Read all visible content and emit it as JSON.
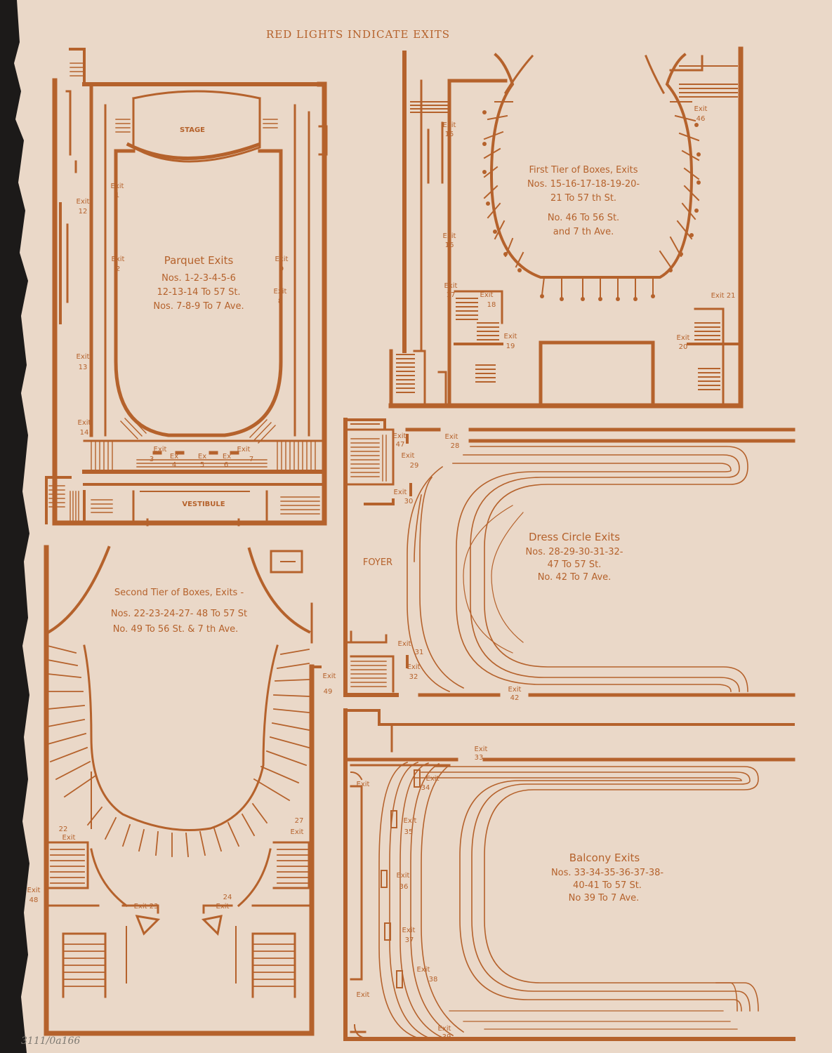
{
  "header": "RED LIGHTS INDICATE EXITS",
  "parquet": {
    "stage": "STAGE",
    "vestibule": "VESTIBULE",
    "title": "Parquet Exits",
    "lines": [
      "Nos. 1-2-3-4-5-6",
      "12-13-14 To 57 St.",
      "Nos. 7-8-9 To 7 Ave."
    ],
    "exits": {
      "e1": [
        "Exit",
        "1"
      ],
      "e2": [
        "Exit",
        "2"
      ],
      "e12": [
        "Exit",
        "12"
      ],
      "e13": [
        "Exit",
        "13"
      ],
      "e14": [
        "Exit",
        "14"
      ],
      "e9": [
        "Exit",
        "9"
      ],
      "e8": [
        "Exit",
        "8"
      ],
      "e3": [
        "Exit",
        "3"
      ],
      "e4": [
        "Ex",
        "4"
      ],
      "e5": [
        "Ex",
        "5"
      ],
      "e6": [
        "Ex",
        "6"
      ],
      "e7": [
        "Exit",
        "7"
      ]
    }
  },
  "first_tier": {
    "title": "First Tier of Boxes, Exits",
    "lines": [
      "Nos. 15-16-17-18-19-20-",
      "21 To 57 th St.",
      "No. 46 To 56 St.",
      "and 7 th Ave."
    ],
    "exits": {
      "e15": [
        "Exit",
        "15"
      ],
      "e16": [
        "Exit",
        "16"
      ],
      "e17": [
        "Exit",
        "17"
      ],
      "e18": [
        "Exit",
        "18"
      ],
      "e19": [
        "Exit",
        "19"
      ],
      "e20": [
        "Exit",
        "20"
      ],
      "e21": [
        "Exit 21"
      ],
      "e46": [
        "Exit",
        "46"
      ]
    }
  },
  "dress_circle": {
    "title": "Dress Circle Exits",
    "lines": [
      "Nos. 28-29-30-31-32-",
      "47 To 57 St.",
      "No. 42 To 7 Ave."
    ],
    "foyer": "FOYER",
    "exits": {
      "e47": [
        "Exit",
        "47"
      ],
      "e28": [
        "Exit",
        "28"
      ],
      "e29": [
        "Exit",
        "29"
      ],
      "e30": [
        "Exit",
        "30"
      ],
      "e31": [
        "Exit",
        "31"
      ],
      "e32": [
        "Exit",
        "32"
      ],
      "e42": [
        "Exit",
        "42"
      ]
    }
  },
  "second_tier": {
    "title": "Second Tier of Boxes, Exits -",
    "lines": [
      "Nos. 22-23-24-27- 48 To 57 St",
      "No. 49 To 56 St. & 7 th Ave."
    ],
    "exits": {
      "e49": [
        "Exit",
        "49"
      ],
      "e22": [
        "22",
        "Exit"
      ],
      "e27": [
        "27",
        "Exit"
      ],
      "e48": [
        "Exit",
        "48"
      ],
      "e23": [
        "Exit 23"
      ],
      "e24": [
        "24",
        "Exit"
      ]
    }
  },
  "balcony": {
    "title": "Balcony Exits",
    "lines": [
      "Nos. 33-34-35-36-37-38-",
      "40-41 To 57 St.",
      "No 39 To 7 Ave."
    ],
    "exits": {
      "e33": [
        "Exit",
        "33"
      ],
      "e34": [
        "Exit",
        "34"
      ],
      "e35": [
        "Exit",
        "35"
      ],
      "e36": [
        "Exit",
        "36"
      ],
      "e37": [
        "Exit",
        "37"
      ],
      "e38": [
        "Exit",
        "38"
      ],
      "e39": [
        "Exit",
        "39"
      ],
      "e40": [
        "Exit"
      ],
      "e41": [
        "Exit"
      ]
    }
  },
  "pencil_note": "3111/0a166",
  "colors": {
    "paper": "#ead8c8",
    "ink": "#b5622c",
    "pencil": "#7f7a72"
  }
}
